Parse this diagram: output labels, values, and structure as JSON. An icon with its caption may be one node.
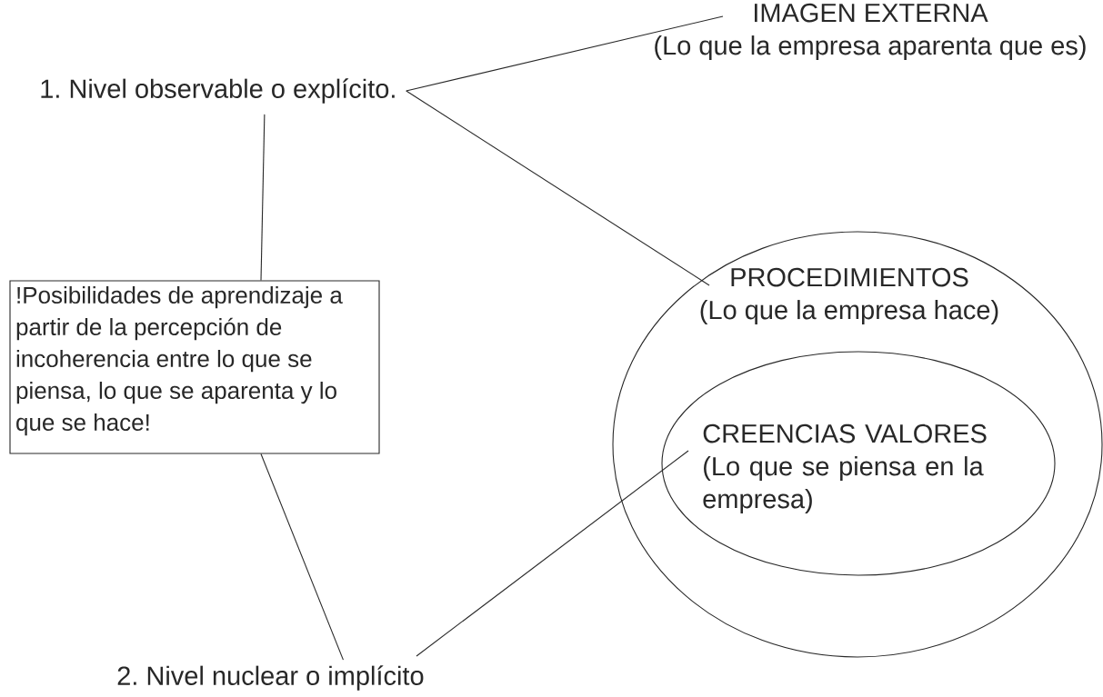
{
  "diagram": {
    "nodes": [
      {
        "text": [
          "1. Nivel observable o explícito."
        ]
      },
      {
        "text": [
          "IMAGEN EXTERNA",
          "(Lo que la empresa aparenta que es)"
        ]
      },
      {
        "text": [],
        "shape": "circle"
      },
      {
        "text": [
          "PROCEDIMIENTOS",
          "(Lo que la empresa hace)"
        ],
        "in": 2
      },
      {
        "text": [],
        "shape": "ellipse",
        "in": 2
      },
      {
        "text": [
          "CREENCIAS  VALORES",
          "(Lo que se piensa en la empresa)"
        ],
        "in": 4
      },
      {
        "text": [
          "!Posibilidades de aprendizaje a partir de la percepción de incoherencia entre lo que se piensa, lo que se aparenta y lo que se hace!"
        ]
      },
      {
        "text": [
          "2. Nivel nuclear o implícito"
        ]
      }
    ],
    "edges": [
      {
        "from": 0,
        "to": 1,
        "arrow": "none"
      },
      {
        "from": 0,
        "to": 3,
        "arrow": "none"
      },
      {
        "from": 0,
        "to": 6,
        "arrow": "none"
      },
      {
        "from": 6,
        "to": 7,
        "arrow": "none"
      },
      {
        "from": 7,
        "to": 5,
        "arrow": "none"
      }
    ]
  }
}
